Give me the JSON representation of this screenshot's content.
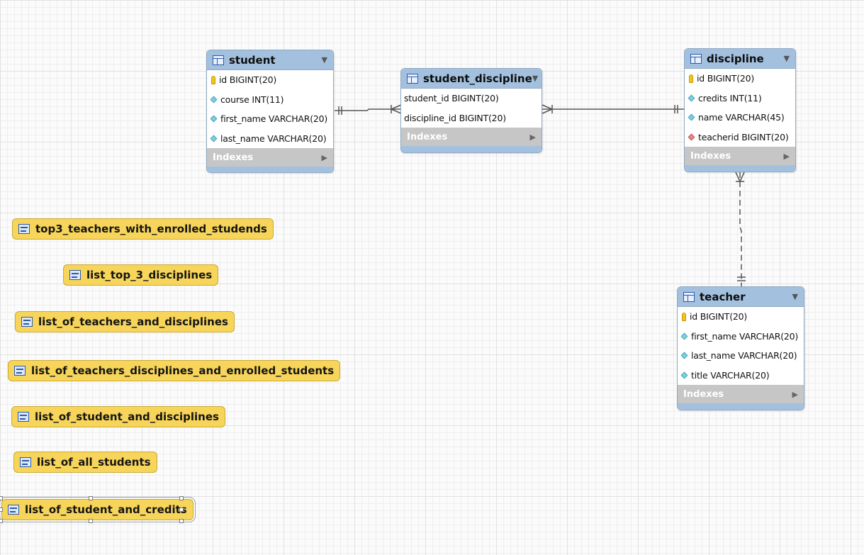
{
  "tables": {
    "student": {
      "name": "student",
      "columns": [
        {
          "label": "id BIGINT(20)",
          "kind": "primary-key"
        },
        {
          "label": "course INT(11)",
          "kind": "column"
        },
        {
          "label": "first_name VARCHAR(20)",
          "kind": "column"
        },
        {
          "label": "last_name VARCHAR(20)",
          "kind": "column"
        }
      ],
      "indexes_label": "Indexes"
    },
    "student_discipline": {
      "name": "student_discipline",
      "columns": [
        {
          "label": "student_id BIGINT(20)",
          "kind": "plain"
        },
        {
          "label": "discipline_id BIGINT(20)",
          "kind": "plain"
        }
      ],
      "indexes_label": "Indexes"
    },
    "discipline": {
      "name": "discipline",
      "columns": [
        {
          "label": "id BIGINT(20)",
          "kind": "primary-key"
        },
        {
          "label": "credits INT(11)",
          "kind": "column"
        },
        {
          "label": "name VARCHAR(45)",
          "kind": "column"
        },
        {
          "label": "teacherid BIGINT(20)",
          "kind": "foreign-key"
        }
      ],
      "indexes_label": "Indexes"
    },
    "teacher": {
      "name": "teacher",
      "columns": [
        {
          "label": "id BIGINT(20)",
          "kind": "primary-key"
        },
        {
          "label": "first_name VARCHAR(20)",
          "kind": "column"
        },
        {
          "label": "last_name VARCHAR(20)",
          "kind": "column"
        },
        {
          "label": "title VARCHAR(20)",
          "kind": "column"
        }
      ],
      "indexes_label": "Indexes"
    }
  },
  "views": [
    {
      "label": "top3_teachers_with_enrolled_studends"
    },
    {
      "label": "list_top_3_disciplines"
    },
    {
      "label": "list_of_teachers_and_disciplines"
    },
    {
      "label": "list_of_teachers_disciplines_and_enrolled_students"
    },
    {
      "label": "list_of_student_and_disciplines"
    },
    {
      "label": "list_of_all_students"
    },
    {
      "label": "list_of_student_and_credits",
      "selected": true
    }
  ],
  "colors": {
    "table_header": "#a3c1de",
    "indexes_bar": "#c6c6c6",
    "view_fill": "#f7d55a",
    "relationship_line": "#555555"
  }
}
